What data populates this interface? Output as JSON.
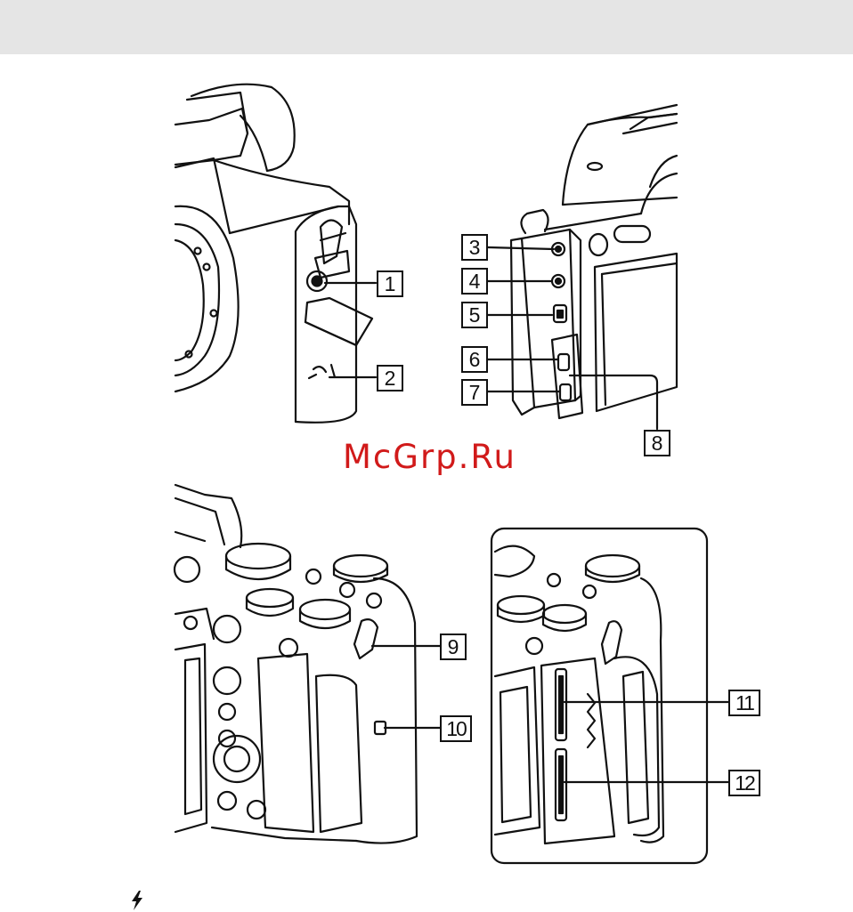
{
  "watermark": "McGrp.Ru",
  "callouts": {
    "c1": "1",
    "c2": "2",
    "c3": "3",
    "c4": "4",
    "c5": "5",
    "c6": "6",
    "c7": "7",
    "c8": "8",
    "c9": "9",
    "c10": "10",
    "c11": "11",
    "c12": "12"
  },
  "colors": {
    "watermark": "#d11a1a",
    "header_band": "#e5e5e5",
    "line": "#111111"
  },
  "icons": {
    "footer": "flash-icon"
  }
}
